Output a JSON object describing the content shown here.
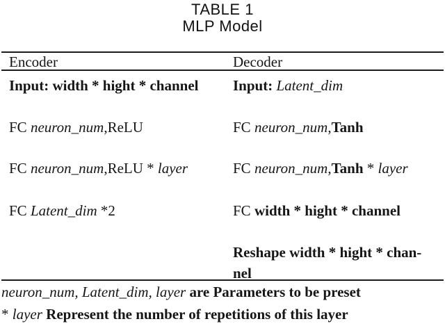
{
  "colors": {
    "background": "#ffffff",
    "text": "#161616",
    "rule": "#1c1c1c"
  },
  "caption": {
    "label": "TABLE 1",
    "title": "MLP Model"
  },
  "table": {
    "columns": [
      "Encoder",
      "Decoder"
    ],
    "rows": [
      {
        "encoder": [
          {
            "text": "Input: width * hight * channel",
            "style": "bold"
          }
        ],
        "decoder": [
          {
            "text": "Input: ",
            "style": "bold"
          },
          {
            "text": "Latent_dim",
            "style": "italic"
          }
        ]
      },
      {
        "encoder": [
          {
            "text": "FC ",
            "style": "regular"
          },
          {
            "text": "neuron_num",
            "style": "italic"
          },
          {
            "text": ",ReLU",
            "style": "regular"
          }
        ],
        "decoder": [
          {
            "text": "FC ",
            "style": "regular"
          },
          {
            "text": "neuron_num",
            "style": "italic"
          },
          {
            "text": ",",
            "style": "regular"
          },
          {
            "text": "Tanh",
            "style": "bold"
          }
        ]
      },
      {
        "encoder": [
          {
            "text": "FC ",
            "style": "regular"
          },
          {
            "text": "neuron_num",
            "style": "italic"
          },
          {
            "text": ",ReLU * ",
            "style": "regular"
          },
          {
            "text": "layer",
            "style": "italic"
          }
        ],
        "decoder": [
          {
            "text": "FC ",
            "style": "regular"
          },
          {
            "text": "neuron_num",
            "style": "italic"
          },
          {
            "text": ",",
            "style": "regular"
          },
          {
            "text": "Tanh",
            "style": "bold"
          },
          {
            "text": " * ",
            "style": "regular"
          },
          {
            "text": "layer",
            "style": "italic"
          }
        ]
      },
      {
        "encoder": [
          {
            "text": "FC ",
            "style": "regular"
          },
          {
            "text": "Latent_dim",
            "style": "italic"
          },
          {
            "text": " *2",
            "style": "regular"
          }
        ],
        "decoder": [
          {
            "text": "FC ",
            "style": "regular"
          },
          {
            "text": "width * hight * channel",
            "style": "bold"
          }
        ]
      },
      {
        "encoder": [],
        "decoder": [
          {
            "text": "Reshape width * hight * chan-",
            "style": "bold"
          },
          {
            "break": true
          },
          {
            "text": "nel",
            "style": "bold"
          }
        ]
      }
    ]
  },
  "footnotes": [
    [
      {
        "text": "neuron_num, Latent_dim, layer",
        "style": "italic"
      },
      {
        "text": " are Parameters to be preset",
        "style": "bold"
      }
    ],
    [
      {
        "text": "* ",
        "style": "regular"
      },
      {
        "text": "layer",
        "style": "italic"
      },
      {
        "text": " Represent the number of repetitions of this layer",
        "style": "bold"
      }
    ]
  ]
}
